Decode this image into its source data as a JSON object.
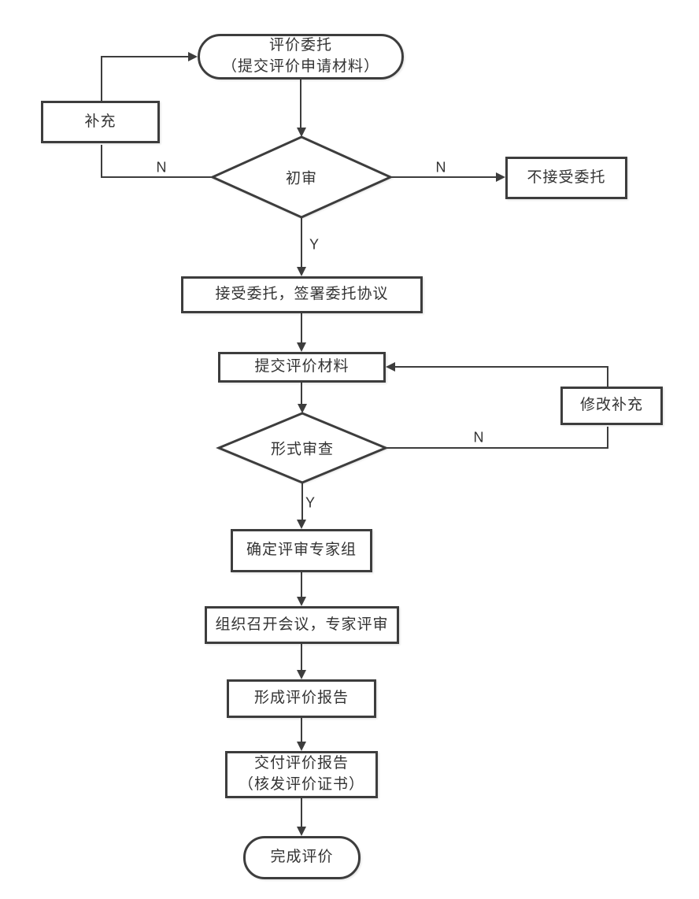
{
  "flowchart": {
    "nodes": {
      "start": {
        "line1": "评价委托",
        "line2": "（提交评价申请材料）"
      },
      "supplement": {
        "label": "补充"
      },
      "initial_review": {
        "label": "初审"
      },
      "reject": {
        "label": "不接受委托"
      },
      "accept": {
        "label": "接受委托，签署委托协议"
      },
      "submit_materials": {
        "label": "提交评价材料"
      },
      "modify_supplement": {
        "label": "修改补充"
      },
      "formal_review": {
        "label": "形式审查"
      },
      "expert_group": {
        "label": "确定评审专家组"
      },
      "meeting": {
        "label": "组织召开会议，专家评审"
      },
      "report": {
        "label": "形成评价报告"
      },
      "deliver": {
        "line1": "交付评价报告",
        "line2": "（核发评价证书）"
      },
      "end": {
        "label": "完成评价"
      }
    },
    "edge_labels": {
      "initial_review_no_left": "N",
      "initial_review_no_right": "N",
      "initial_review_yes": "Y",
      "formal_review_no": "N",
      "formal_review_yes": "Y"
    },
    "colors": {
      "line": "#3d3d3d",
      "text": "#333333",
      "background": "#ffffff"
    }
  }
}
